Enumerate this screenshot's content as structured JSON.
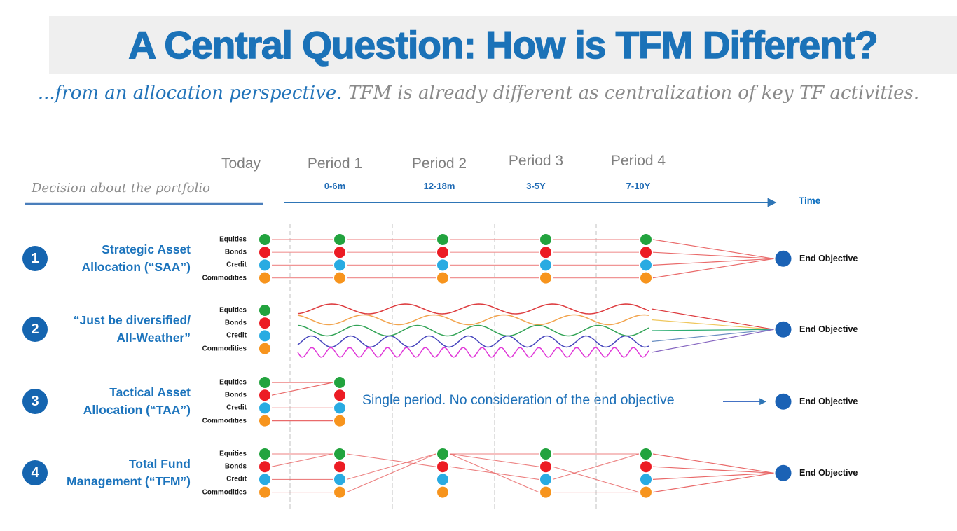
{
  "title": "A Central Question: How is TFM Different?",
  "subtitle": {
    "lead": "...from an allocation perspective.",
    "rest": " TFM is already different as centralization of key TF activities."
  },
  "timeline": {
    "decision_label": "Decision about the portfolio",
    "today_label": "Today",
    "periods": [
      {
        "label": "Period 1",
        "range": "0-6m"
      },
      {
        "label": "Period 2",
        "range": "12-18m"
      },
      {
        "label": "Period 3",
        "range": "3-5Y"
      },
      {
        "label": "Period 4",
        "range": "7-10Y"
      }
    ],
    "time_label": "Time"
  },
  "assets": [
    {
      "name": "Equities",
      "color": "#22a33e"
    },
    {
      "name": "Bonds",
      "color": "#ec1c24"
    },
    {
      "name": "Credit",
      "color": "#29abe2"
    },
    {
      "name": "Commodities",
      "color": "#f7941d"
    }
  ],
  "rows": [
    {
      "number": "1",
      "label_lines": [
        "Strategic Asset",
        "Allocation (“SAA”)"
      ],
      "end_label": "End Objective",
      "type": "straight-multi-period"
    },
    {
      "number": "2",
      "label_lines": [
        "“Just be diversified/",
        "All-Weather”"
      ],
      "end_label": "End Objective",
      "type": "waves",
      "wave_colors": [
        "#dd3b3e",
        "#f2a44e",
        "#33a457",
        "#4746bd",
        "#e038d8"
      ],
      "converge_colors": [
        "#dd3b3e",
        "#efc75d",
        "#2fae73",
        "#6b8fc2",
        "#8565c0"
      ]
    },
    {
      "number": "3",
      "label_lines": [
        "Tactical Asset",
        "Allocation (“TAA”)"
      ],
      "note": "Single period. No consideration of the end objective",
      "end_label": "End Objective",
      "type": "single-period",
      "connections": [
        [
          0,
          0
        ],
        [
          1,
          0
        ],
        [
          2,
          2
        ],
        [
          3,
          3
        ]
      ]
    },
    {
      "number": "4",
      "label_lines": [
        "Total Fund",
        "Management (“TFM”)"
      ],
      "end_label": "End Objective",
      "type": "network-multi-period",
      "pair_connections": [
        [
          [
            0,
            0
          ],
          [
            1,
            0
          ],
          [
            2,
            2
          ],
          [
            3,
            3
          ]
        ],
        [
          [
            0,
            1
          ],
          [
            2,
            0
          ],
          [
            3,
            0
          ]
        ],
        [
          [
            0,
            0
          ],
          [
            0,
            1
          ],
          [
            0,
            3
          ],
          [
            1,
            2
          ]
        ],
        [
          [
            0,
            0
          ],
          [
            2,
            0
          ],
          [
            1,
            3
          ],
          [
            3,
            3
          ]
        ]
      ]
    }
  ],
  "colors": {
    "title_blue": "#1b72b8",
    "band_gray": "#efefef",
    "axis_blue": "#2e75b6",
    "connector_red": "#e96a6a",
    "connector_red_light": "#f09595",
    "end_circle_blue": "#1b62b5",
    "number_circle_blue": "#1565b0",
    "dash_gray": "#cbcbcb"
  }
}
